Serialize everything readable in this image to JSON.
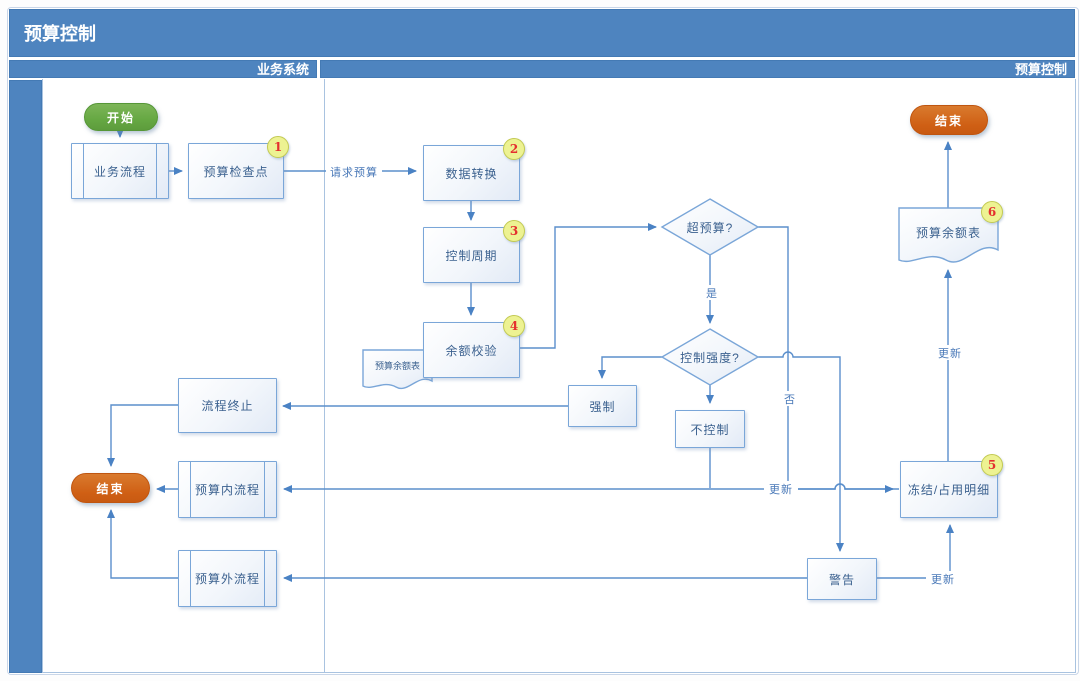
{
  "title": "预算控制",
  "lanes": {
    "left": "业务系统",
    "right": "预算控制"
  },
  "nodes": {
    "start": {
      "label": "开始"
    },
    "business_process": {
      "label": "业务流程"
    },
    "budget_checkpoint": {
      "label": "预算检查点",
      "badge": "1"
    },
    "data_conversion": {
      "label": "数据转换",
      "badge": "2"
    },
    "control_cycle": {
      "label": "控制周期",
      "badge": "3"
    },
    "balance_check": {
      "label": "余额校验",
      "badge": "4"
    },
    "budget_balance_doc_small": {
      "label": "预算余额表"
    },
    "over_budget_decision": {
      "label": "超预算?"
    },
    "control_strength_decision": {
      "label": "控制强度?"
    },
    "force": {
      "label": "强制"
    },
    "no_control": {
      "label": "不控制"
    },
    "process_terminate": {
      "label": "流程终止"
    },
    "end_left": {
      "label": "结束"
    },
    "in_budget_process": {
      "label": "预算内流程"
    },
    "out_budget_process": {
      "label": "预算外流程"
    },
    "warning": {
      "label": "警告"
    },
    "freeze_occupy_detail": {
      "label": "冻结/占用明细",
      "badge": "5"
    },
    "budget_balance_doc": {
      "label": "预算余额表",
      "badge": "6"
    },
    "end_top": {
      "label": "结束"
    }
  },
  "edge_labels": {
    "request_budget": "请求预算",
    "yes": "是",
    "no": "否",
    "update_to_in_budget": "更新",
    "update_to_balance_doc": "更新",
    "update_from_warning": "更新"
  },
  "colors": {
    "header_blue": "#4e84bf",
    "connector_blue": "#5b8fcc",
    "node_border": "#7aa6d8",
    "node_text": "#3b618f",
    "start_green": "#66a843",
    "end_orange": "#cf5f14",
    "badge_fill": "#edf292",
    "badge_number": "#e42f2f"
  }
}
